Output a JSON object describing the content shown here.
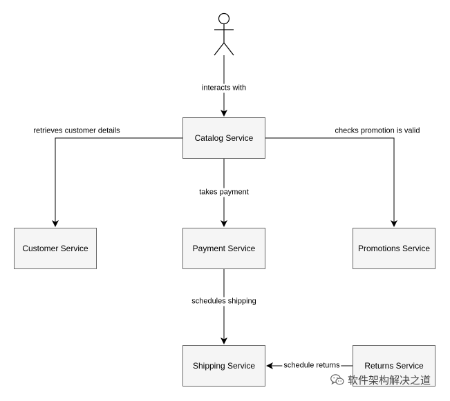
{
  "colors": {
    "node_fill": "#f5f5f5",
    "node_border": "#666666",
    "edge": "#000000",
    "text": "#000000"
  },
  "actor": {
    "icon": "stick-figure-icon"
  },
  "nodes": {
    "catalog": "Catalog Service",
    "customer": "Customer Service",
    "payment": "Payment Service",
    "promotions": "Promotions Service",
    "shipping": "Shipping Service",
    "returns": "Returns Service"
  },
  "edges": {
    "actor_to_catalog": "interacts with",
    "catalog_to_customer": "retrieves customer details",
    "catalog_to_promotions": "checks promotion is valid",
    "catalog_to_payment": "takes payment",
    "payment_to_shipping": "schedules shipping",
    "returns_to_shipping": "schedule returns"
  },
  "watermark": {
    "icon": "wechat-icon",
    "text": "软件架构解决之道"
  }
}
